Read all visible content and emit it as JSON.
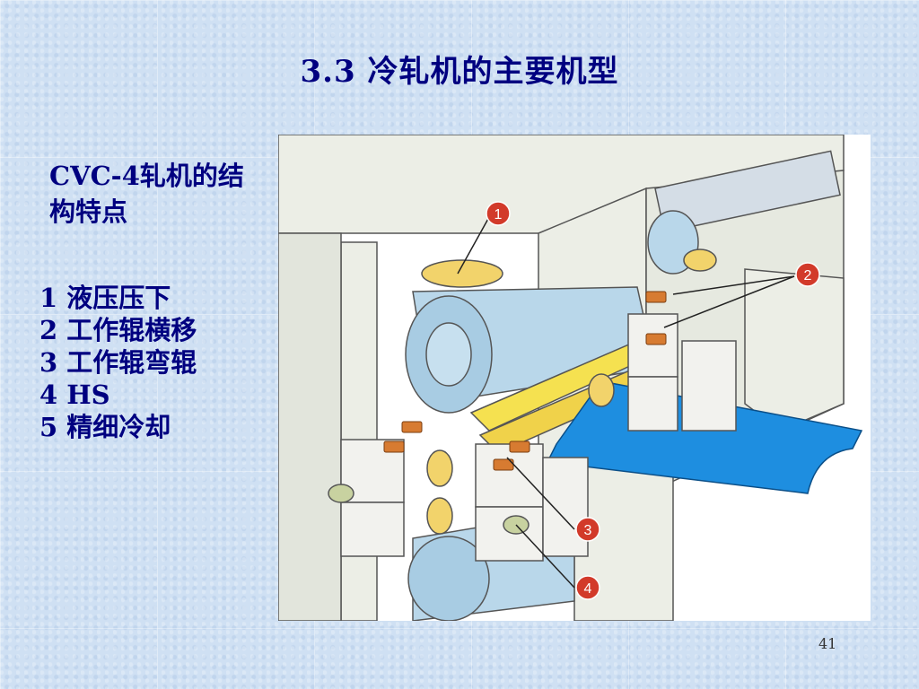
{
  "slide": {
    "title": "3.3 冷轧机的主要机型",
    "subtitle": "CVC-4轧机的结构特点",
    "features": [
      "1 液压压下",
      "2 工作辊横移",
      "3 工作辊弯辊",
      "4 HS",
      "5 精细冷却"
    ],
    "page_number": "41"
  },
  "figure": {
    "callouts": [
      "1",
      "2",
      "3",
      "4"
    ],
    "colors": {
      "roll": "#b9d7ea",
      "hydraulic": "#f2d36b",
      "chock_pad": "#d77b31",
      "strip": "#1e8ee0",
      "frame": "#eceee6",
      "callout": "#d23a2a"
    }
  }
}
